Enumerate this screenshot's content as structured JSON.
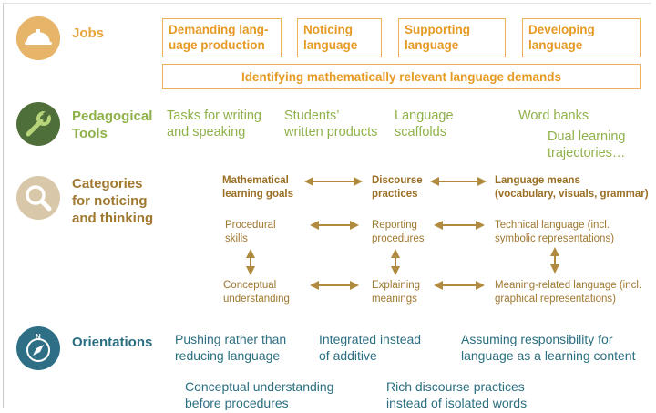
{
  "jobs": {
    "title": "Jobs",
    "icon": "helmet-icon",
    "boxes": [
      {
        "line1": "Demanding lang-",
        "line2": "uage production"
      },
      {
        "line1": "Noticing",
        "line2": "language"
      },
      {
        "line1": "Supporting",
        "line2": "language"
      },
      {
        "line1": "Developing",
        "line2": "language"
      }
    ],
    "wide_box": "Identifying mathematically relevant language demands"
  },
  "tools": {
    "title_line1": "Pedagogical",
    "title_line2": "Tools",
    "icon": "wrench-icon",
    "items": [
      {
        "line1": "Tasks for writing",
        "line2": "and speaking"
      },
      {
        "line1": "Students’",
        "line2": "written products"
      },
      {
        "line1": "Language",
        "line2": "scaffolds"
      },
      {
        "line1": "Word banks",
        "line2": ""
      },
      {
        "line1": "Dual learning",
        "line2": "trajectories…"
      }
    ]
  },
  "categories": {
    "title_line1": "Categories",
    "title_line2": "for noticing",
    "title_line3": "and thinking",
    "icon": "magnifier-icon",
    "headers": [
      {
        "line1": "Mathematical",
        "line2": "learning goals"
      },
      {
        "line1": "Discourse",
        "line2": "practices"
      },
      {
        "line1": "Language means",
        "line2": "(vocabulary, visuals, grammar)"
      }
    ],
    "row1": [
      {
        "line1": "Procedural",
        "line2": "skills"
      },
      {
        "line1": "Reporting",
        "line2": "procedures"
      },
      {
        "line1": "Technical language (incl.",
        "line2": "symbolic representations)"
      }
    ],
    "row2": [
      {
        "line1": "Conceptual",
        "line2": "understanding"
      },
      {
        "line1": "Explaining",
        "line2": "meanings"
      },
      {
        "line1": "Meaning-related language (incl.",
        "line2": "graphical representations)"
      }
    ]
  },
  "orientations": {
    "title": "Orientations",
    "icon": "compass-icon",
    "items": [
      {
        "line1": "Pushing rather than",
        "line2": "reducing language"
      },
      {
        "line1": "Integrated instead",
        "line2": "of additive"
      },
      {
        "line1": "Assuming responsibility for",
        "line2": "language as a learning content"
      },
      {
        "line1": "Conceptual understanding",
        "line2": "before procedures"
      },
      {
        "line1": "Rich discourse practices",
        "line2": "instead of isolated words"
      }
    ]
  },
  "colors": {
    "jobs": "#e8a33a",
    "tools": "#8fb149",
    "categories": "#a07830",
    "orientations": "#2b6f82"
  }
}
